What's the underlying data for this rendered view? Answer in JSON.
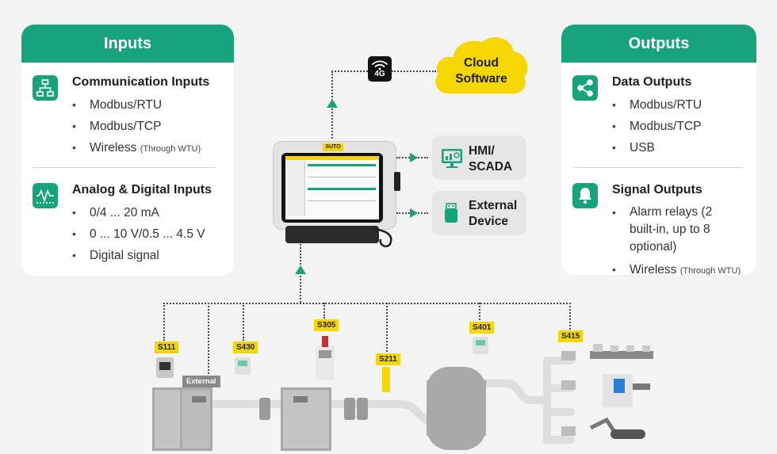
{
  "inputs": {
    "header": "Inputs",
    "communication": {
      "title": "Communication Inputs",
      "items": [
        "Modbus/RTU",
        "Modbus/TCP"
      ],
      "wireless": {
        "main": "Wireless",
        "note": "(Through WTU)"
      }
    },
    "analog": {
      "title": "Analog & Digital Inputs",
      "items": [
        "0/4 ... 20 mA",
        "0 ... 10 V/0.5 ... 4.5 V",
        "Digital signal"
      ]
    }
  },
  "outputs": {
    "header": "Outputs",
    "data": {
      "title": "Data Outputs",
      "items": [
        "Modbus/RTU",
        "Modbus/TCP",
        "USB"
      ]
    },
    "signal": {
      "title": "Signal Outputs",
      "relays": "Alarm relays (2 built-in, up to 8 optional)",
      "wireless": {
        "main": "Wireless",
        "note": "(Through WTU)"
      }
    }
  },
  "cloud": {
    "line1": "Cloud",
    "line2": "Software"
  },
  "badge_4g": "4G",
  "device_logo": "SUTO",
  "hmi": {
    "line1": "HMI/",
    "line2": "SCADA"
  },
  "external_device": {
    "line1": "External",
    "line2": "Device"
  },
  "sensors": [
    "S111",
    "S430",
    "S305",
    "S211",
    "S401",
    "S415"
  ],
  "external_tag": "External",
  "colors": {
    "green": "#17a37b",
    "yellow": "#f5d600",
    "panel": "#e6e6e6",
    "background": "#f3f3f3"
  },
  "icons": {
    "communication": "network-icon",
    "analog": "waveform-icon",
    "data": "share-icon",
    "signal": "bell-icon",
    "hmi": "monitor-chart-icon",
    "external": "usb-drive-icon",
    "wireless": "wifi-icon"
  }
}
